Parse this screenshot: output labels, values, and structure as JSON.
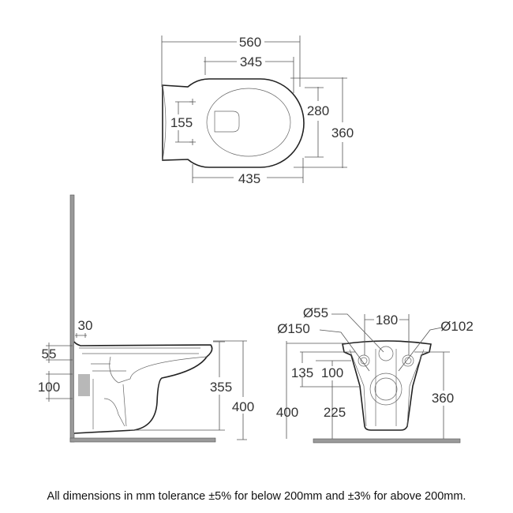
{
  "top_view": {
    "width_overall": "560",
    "width_bowl": "345",
    "depth_seat": "280",
    "depth_overall": "360",
    "fixing_centres": "155",
    "rim_length": "435"
  },
  "side_view": {
    "wall_offset": "30",
    "top_to_inlet": "55",
    "inlet_height": "100",
    "rim_to_floor": "355",
    "height_overall": "400"
  },
  "front_view": {
    "inlet_diameter": "Ø55",
    "fixing_span": "180",
    "outlet_diameter": "Ø150",
    "bolt_diameter": "Ø102",
    "outlet_depth": "135",
    "inlet_offset": "100",
    "height_overall": "400",
    "outlet_height": "225",
    "rim_height": "360"
  },
  "footer": "All dimensions in mm tolerance ±5% for below 200mm and ±3% for above 200mm.",
  "colors": {
    "wall": "#9a9a9a",
    "outline": "#222222",
    "dimension": "#555555"
  }
}
